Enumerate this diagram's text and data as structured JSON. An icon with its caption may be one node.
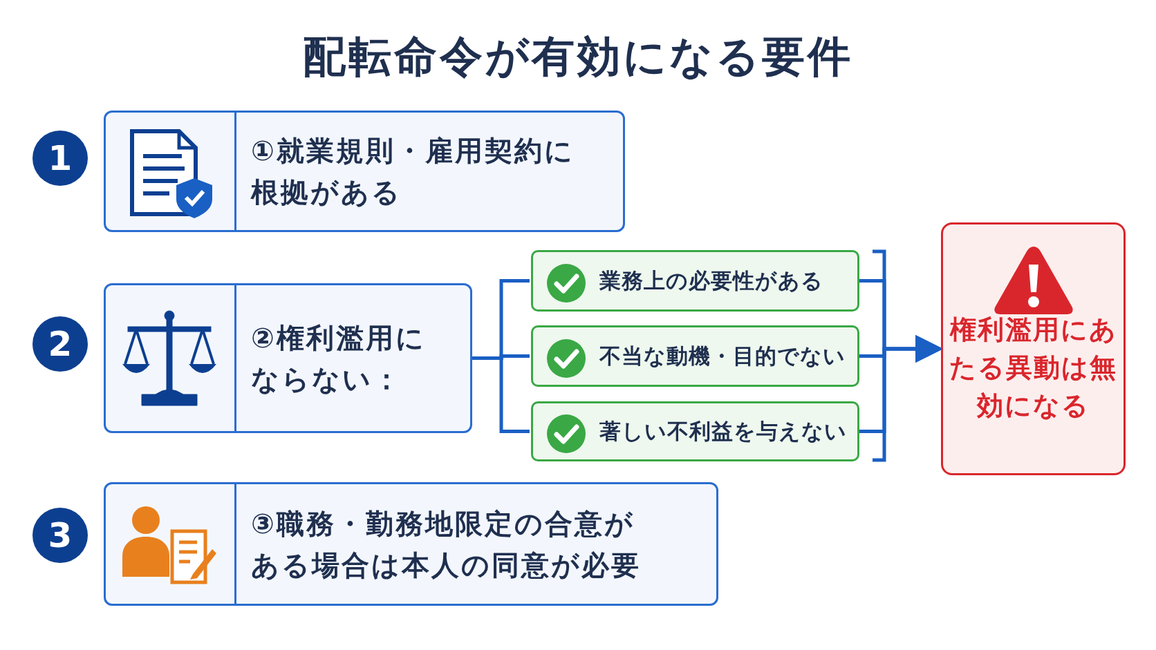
{
  "diagram": {
    "title": "配転命令が有効になる要件",
    "nodes": [
      {
        "text": [
          "1"
        ]
      },
      {
        "text": [
          "①就業規則・雇用契約に根拠がある"
        ]
      },
      {
        "text": [
          "2"
        ]
      },
      {
        "text": [
          "②権利濫用にならない："
        ]
      },
      {
        "text": [
          "業務上の必要性がある"
        ]
      },
      {
        "text": [
          "不当な動機・目的でない"
        ]
      },
      {
        "text": [
          "著しい不利益を与えない"
        ]
      },
      {
        "text": [
          "権利濫用にあたる異動は無効になる"
        ]
      },
      {
        "text": [
          "3"
        ]
      },
      {
        "text": [
          "③職務・勤務地限定の合意がある場合は本人の同意が必要"
        ]
      }
    ],
    "edges": [
      {
        "from": 3,
        "to": 4,
        "arrow": "none"
      },
      {
        "from": 3,
        "to": 5,
        "arrow": "none"
      },
      {
        "from": 3,
        "to": 6,
        "arrow": "none"
      },
      {
        "from": 4,
        "to": 7,
        "arrow": "to"
      },
      {
        "from": 5,
        "to": 7,
        "arrow": "to"
      },
      {
        "from": 6,
        "to": 7,
        "arrow": "to"
      }
    ]
  }
}
